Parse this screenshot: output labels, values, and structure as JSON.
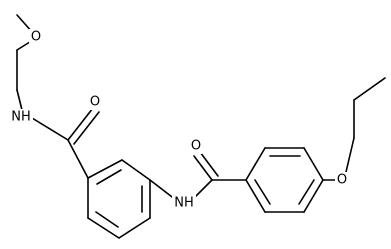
{
  "molecule": {
    "atoms": {
      "methoxy_o": "O",
      "amide1_o": "O",
      "amide1_nh": "NH",
      "amide2_nh": "NH",
      "amide2_o": "O",
      "ether_o": "O"
    }
  },
  "colors": {
    "bond": "#000000",
    "background": "#ffffff"
  }
}
